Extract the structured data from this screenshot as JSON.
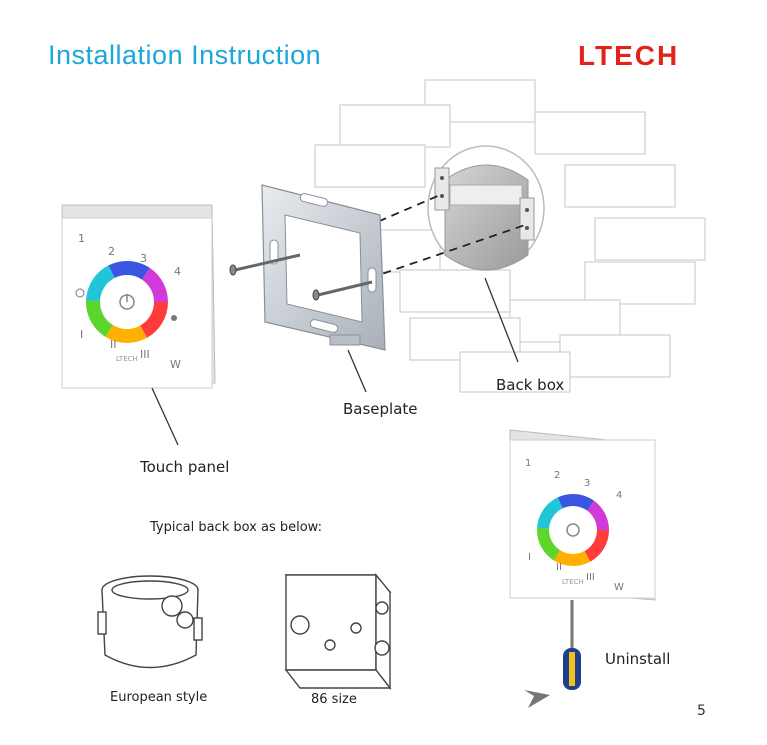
{
  "page": {
    "title": "Installation Instruction",
    "brand": "LTECH",
    "page_number": "5"
  },
  "labels": {
    "back_box": "Back box",
    "baseplate": "Baseplate",
    "touch_panel": "Touch panel",
    "typical_note": "Typical back box as below:",
    "european_style": "European style",
    "size_86": "86 size",
    "uninstall": "Uninstall"
  },
  "panel": {
    "brand_text": "LTECH",
    "zone_numbers": [
      "1",
      "2",
      "3",
      "4"
    ],
    "bottom_numerals": [
      "I",
      "II",
      "III",
      "W"
    ]
  },
  "colors": {
    "title": "#1aa7d9",
    "brand": "#e2231a",
    "wall": "#dcdcdc",
    "screwdriver_handle": "#1f3f8f",
    "screwdriver_accent": "#f2c21a"
  }
}
